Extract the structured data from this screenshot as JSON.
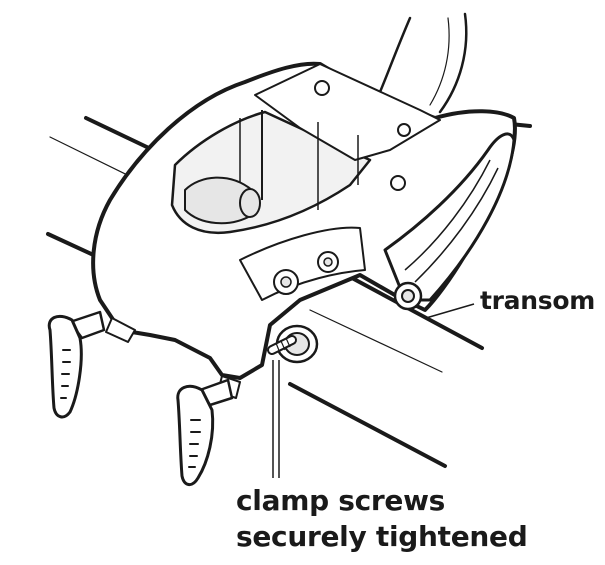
{
  "labels": {
    "transom": "transom",
    "clamp_line1": "clamp screws",
    "clamp_line2": "securely tightened"
  },
  "colors": {
    "ink": "#1a1a1a",
    "background": "#ffffff",
    "shade": "#e6e6e6"
  },
  "icons": [
    "transducer-bracket-icon",
    "clamp-screw-icon",
    "clamp-handle-icon"
  ]
}
